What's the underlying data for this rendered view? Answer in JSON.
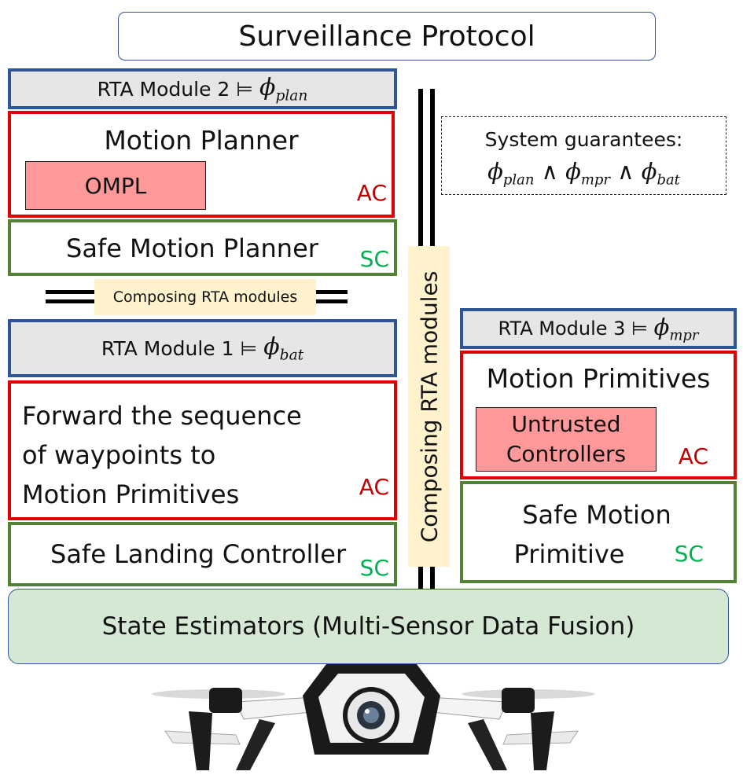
{
  "title": "Surveillance Protocol",
  "module2": {
    "header_prefix": "RTA Module 2 ⊨ ",
    "phi": "ϕ",
    "phi_sub": "plan",
    "ac_title": "Motion Planner",
    "ac_inner": "OMPL",
    "ac_tag": "AC",
    "sc_title": "Safe Motion Planner",
    "sc_tag": "SC"
  },
  "guarantees": {
    "line1": "System guarantees:",
    "phi": "ϕ",
    "and": " ∧ ",
    "sub_plan": "plan",
    "sub_mpr": "mpr",
    "sub_bat": "bat"
  },
  "composing_horizontal": "Composing RTA modules",
  "composing_vertical": "Composing RTA modules",
  "module1": {
    "header_prefix": "RTA Module 1 ⊨ ",
    "phi": "ϕ",
    "phi_sub": "bat",
    "ac_line1": "Forward the sequence",
    "ac_line2": "of waypoints to",
    "ac_line3": "Motion Primitives",
    "ac_tag": "AC",
    "sc_title": "Safe Landing Controller",
    "sc_tag": "SC"
  },
  "module3": {
    "header_prefix": "RTA Module 3 ⊨ ",
    "phi": "ϕ",
    "phi_sub": "mpr",
    "ac_title": "Motion Primitives",
    "ac_inner_line1": "Untrusted",
    "ac_inner_line2": "Controllers",
    "ac_tag": "AC",
    "sc_line1": "Safe Motion",
    "sc_line2": "Primitive",
    "sc_tag": "SC"
  },
  "state_estimators": "State Estimators (Multi-Sensor Data Fusion)",
  "colors": {
    "ac_border": "#e00000",
    "sc_border": "#548235",
    "header_border": "#2f5597",
    "untrusted_fill": "#ff9999",
    "state_fill": "#d5e8d4",
    "label_fill": "#fff2cc"
  }
}
